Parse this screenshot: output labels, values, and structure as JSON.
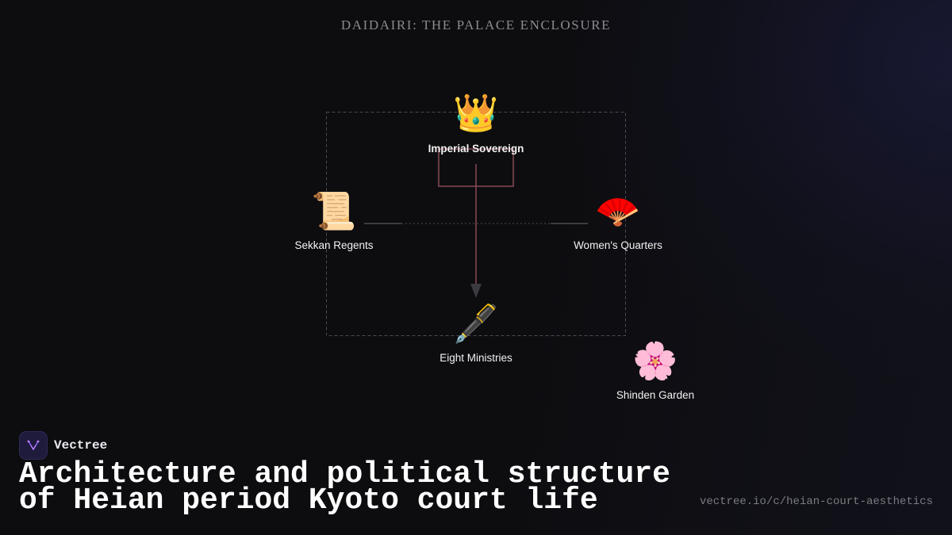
{
  "diagram": {
    "title": "DAIDAIRI: THE PALACE ENCLOSURE",
    "nodes": [
      {
        "id": "imperial",
        "label": "Imperial Sovereign",
        "icon": "crown-icon",
        "glyph": "👑"
      },
      {
        "id": "sekkan",
        "label": "Sekkan Regents",
        "icon": "scroll-icon",
        "glyph": "📜"
      },
      {
        "id": "womens",
        "label": "Women's Quarters",
        "icon": "fan-icon",
        "glyph": "🪭"
      },
      {
        "id": "ministries",
        "label": "Eight Ministries",
        "icon": "fountain-pen-icon",
        "glyph": "🖋️"
      },
      {
        "id": "garden",
        "label": "Shinden Garden",
        "icon": "cherry-blossom-icon",
        "glyph": "🌸"
      }
    ],
    "edges": [
      {
        "from": "imperial",
        "to": "ministries",
        "style": "arrow"
      },
      {
        "from": "sekkan",
        "to": "womens",
        "style": "dotted"
      }
    ],
    "colors": {
      "connector": "#8a4a52",
      "enclosure": "#4a4a52",
      "arrow": "#3a3a40"
    }
  },
  "footer": {
    "brand": "Vectree",
    "headline": "Architecture and political structure of Heian period Kyoto court life",
    "url": "vectree.io/c/heian-court-aesthetics"
  }
}
